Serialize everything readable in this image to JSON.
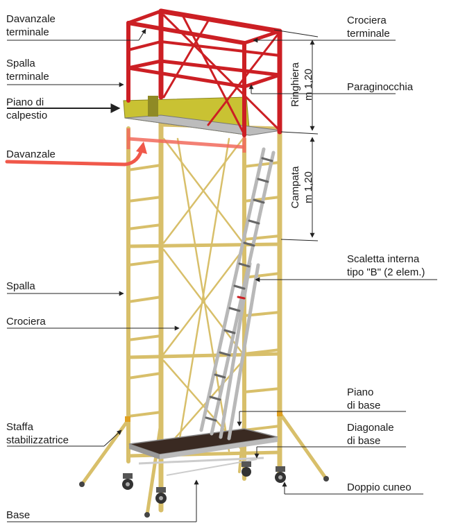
{
  "labels": {
    "davanzale_terminale": [
      "Davanzale",
      "terminale"
    ],
    "spalla_terminale": [
      "Spalla",
      "terminale"
    ],
    "piano_calpestio": [
      "Piano di",
      "calpestio"
    ],
    "davanzale": "Davanzale",
    "spalla": "Spalla",
    "crociera": "Crociera",
    "staffa": [
      "Staffa",
      "stabilizzatrice"
    ],
    "base": "Base",
    "crociera_terminale": [
      "Crociera",
      "terminale"
    ],
    "paraginocchia": "Paraginocchia",
    "scaletta": [
      "Scaletta interna",
      "tipo \"B\" (2 elem.)"
    ],
    "piano_base": [
      "Piano",
      "di base"
    ],
    "diagonale_base": [
      "Diagonale",
      "di base"
    ],
    "doppio_cuneo": "Doppio cuneo",
    "ringhiera": [
      "Ringhiera",
      "m 1,20"
    ],
    "campata": [
      "Campata",
      "m 1,20"
    ]
  },
  "colors": {
    "frame_red": "#cc1f24",
    "frame_tan": "#d8bf6a",
    "frame_tan_dark": "#a88a3a",
    "deck_yellow": "#c9c233",
    "ladder_grey": "#b8b8b8",
    "highlight_arrow": "#f0584a",
    "base_deck": "#3a2a22"
  }
}
